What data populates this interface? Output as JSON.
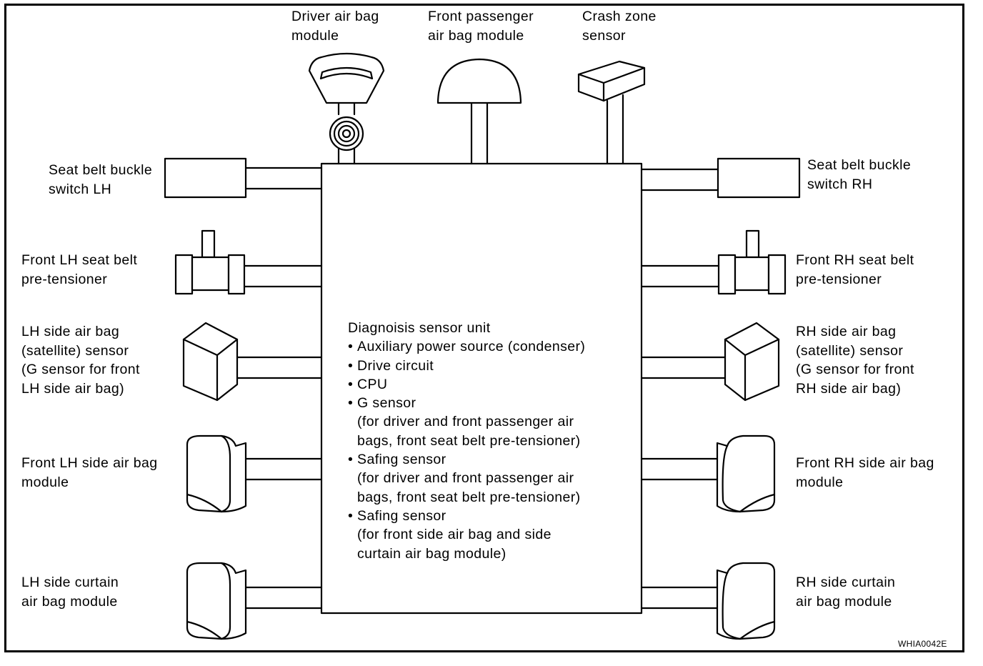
{
  "labels": {
    "driver_airbag": [
      "Driver air bag",
      "module"
    ],
    "passenger_airbag": [
      "Front passenger",
      "air bag module"
    ],
    "crash_zone": [
      "Crash zone",
      "sensor"
    ],
    "buckle_lh": [
      "Seat belt buckle",
      "switch LH"
    ],
    "buckle_rh": [
      "Seat belt buckle",
      "switch RH"
    ],
    "pretensioner_lh": [
      "Front LH seat belt",
      "pre-tensioner"
    ],
    "pretensioner_rh": [
      "Front RH seat belt",
      "pre-tensioner"
    ],
    "side_sensor_lh": [
      "LH side air bag",
      "(satellite) sensor",
      "(G sensor for front",
      "LH side air bag)"
    ],
    "side_sensor_rh": [
      "RH side air bag",
      "(satellite) sensor",
      "(G sensor for front",
      "RH side air bag)"
    ],
    "side_airbag_lh": [
      "Front LH side air bag",
      "module"
    ],
    "side_airbag_rh": [
      "Front RH side air bag",
      "module"
    ],
    "curtain_lh": [
      "LH side curtain",
      "air bag module"
    ],
    "curtain_rh": [
      "RH side curtain",
      "air bag module"
    ]
  },
  "center_unit": {
    "title": "Diagnoisis sensor unit",
    "items": [
      {
        "text": "Auxiliary power source (condenser)",
        "sub": []
      },
      {
        "text": "Drive circuit",
        "sub": []
      },
      {
        "text": "CPU",
        "sub": []
      },
      {
        "text": "G sensor",
        "sub": [
          "(for driver and front passenger air",
          "bags, front seat belt pre-tensioner)"
        ]
      },
      {
        "text": "Safing sensor",
        "sub": [
          "(for driver and front passenger air",
          "bags, front seat belt pre-tensioner)"
        ]
      },
      {
        "text": "Safing sensor",
        "sub": [
          "(for front side air bag and side",
          "curtain air bag module)"
        ]
      }
    ]
  },
  "figure_code": "WHIA0042E"
}
